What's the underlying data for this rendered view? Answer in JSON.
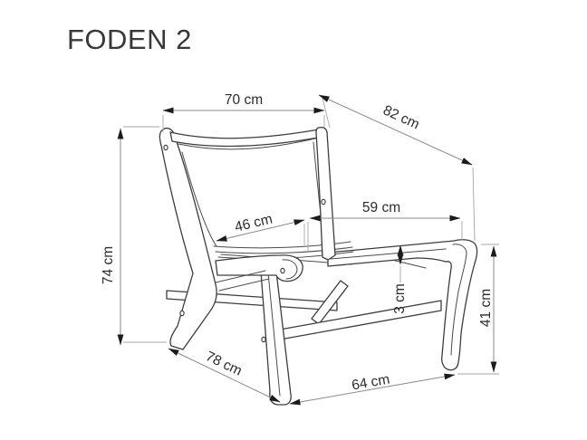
{
  "title": "FODEN 2",
  "diagram": {
    "type": "furniture-dimension-drawing",
    "product": "FODEN 2",
    "unit": "cm",
    "dimensions": {
      "overall_width": "70 cm",
      "overall_depth": "82 cm",
      "overall_height": "74 cm",
      "seat_to_armrest_front": "59 cm",
      "inner_seat_width": "46 cm",
      "seat_frame_gap": "3 cm",
      "armrest_height": "41 cm",
      "base_depth": "78 cm",
      "base_width": "64 cm"
    }
  }
}
